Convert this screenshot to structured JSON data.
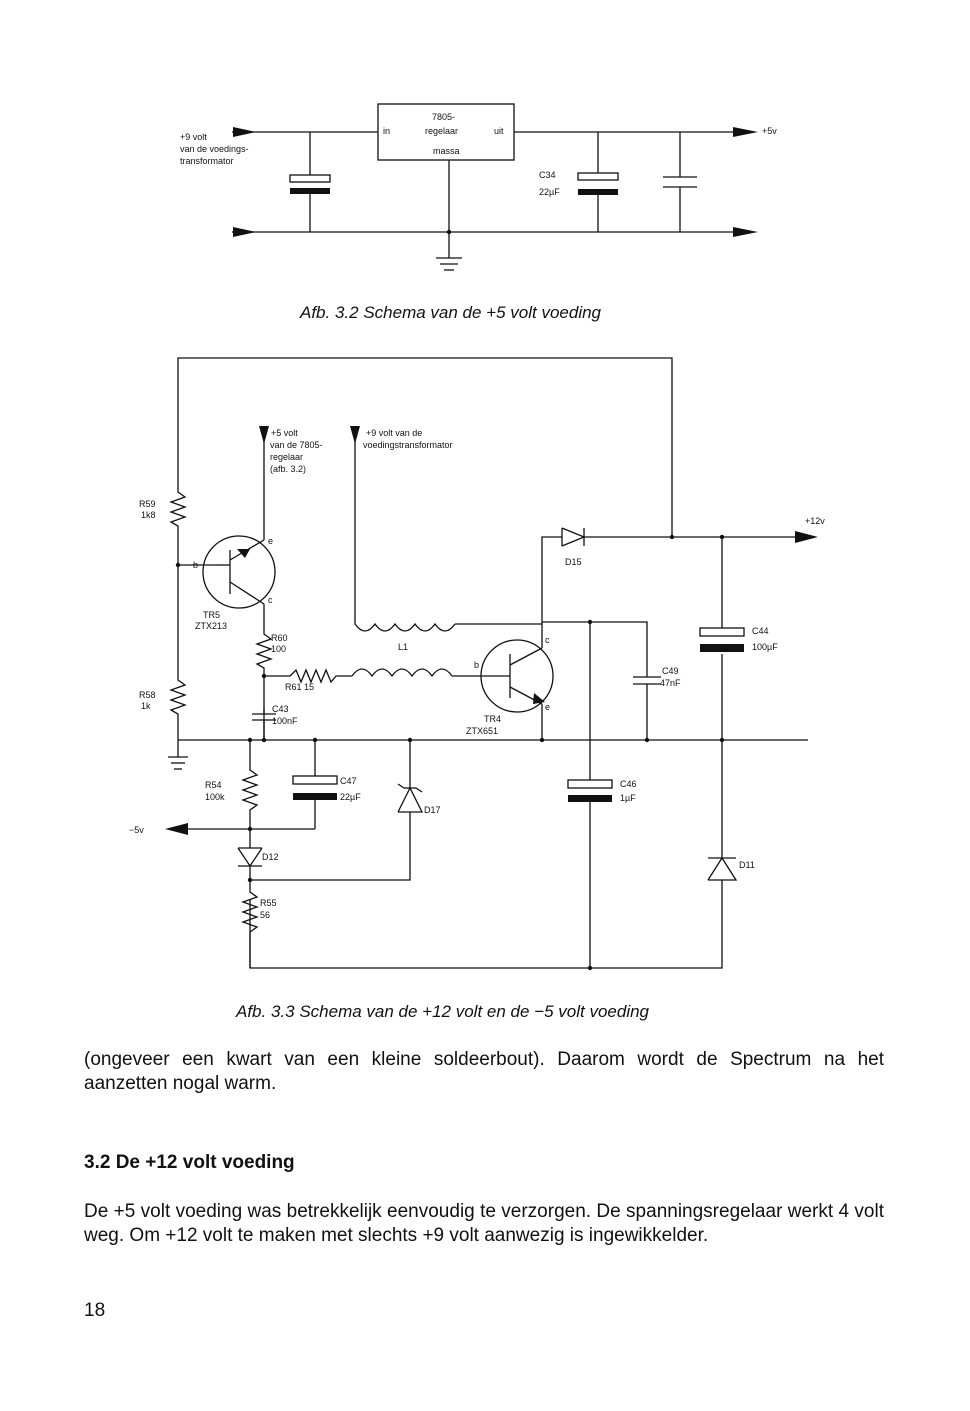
{
  "figure1": {
    "caption": "Afb. 3.2 Schema van de +5 volt voeding",
    "labels": {
      "in_voltage": "+9 volt",
      "in_source_1": "van de voedings-",
      "in_source_2": "transformator",
      "reg_name": "7805-",
      "reg_desc": "regelaar",
      "reg_in": "in",
      "reg_out": "uit",
      "reg_gnd": "massa",
      "cap_name": "C34",
      "cap_value": "22µF",
      "out_voltage": "+5v"
    }
  },
  "figure2": {
    "caption": "Afb. 3.3 Schema van de +12 volt en de −5 volt voeding",
    "labels": {
      "r59": "R59",
      "r59_val": "1k8",
      "r58": "R58",
      "r58_val": "1k",
      "tr5": "TR5",
      "tr5_type": "ZTX213",
      "src5_1": "+5 volt",
      "src5_2": "van de 7805-",
      "src5_3": "regelaar",
      "src5_4": "(afb. 3.2)",
      "src9_1": "+9 volt van de",
      "src9_2": "voedingstransformator",
      "r60": "R60",
      "r60_val": "100",
      "r61": "R61  15",
      "c43": "C43",
      "c43_val": "100nF",
      "l1": "L1",
      "tr4": "TR4",
      "tr4_type": "ZTX651",
      "d15": "D15",
      "c49": "C49",
      "c49_val": "47nF",
      "c44": "C44",
      "c44_val": "100µF",
      "out12": "+12v",
      "r54": "R54",
      "r54_val": "100k",
      "c47": "C47",
      "c47_val": "22µF",
      "d17": "D17",
      "c46": "C46",
      "c46_val": "1µF",
      "d11": "D11",
      "out_neg5": "−5v",
      "d12": "D12",
      "r55": "R55",
      "r55_val": "56",
      "pin_b": "b",
      "pin_e": "e",
      "pin_c": "c"
    }
  },
  "body": {
    "para1": "(ongeveer een kwart van een kleine soldeerbout). Daarom wordt de Spectrum na het aanzetten nogal warm.",
    "heading": "3.2 De +12 volt voeding",
    "para2": "De +5 volt voeding was betrekkelijk eenvoudig te verzorgen. De spanningsregelaar werkt 4 volt weg. Om +12 volt te maken met slechts +9 volt aanwezig is ingewikkelder.",
    "page_number": "18"
  }
}
